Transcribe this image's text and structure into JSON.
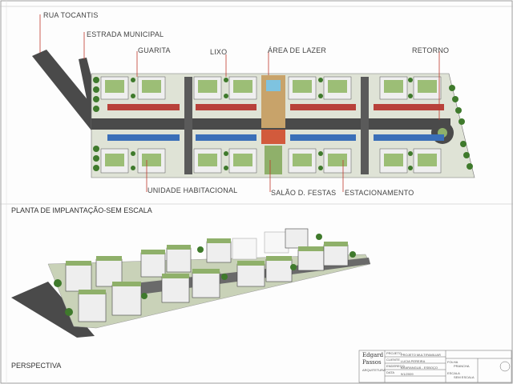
{
  "labels": {
    "rua_tocantis": "RUA TOCANTIS",
    "estrada_municipal": "ESTRADA MUNICIPAL",
    "guarita": "GUARITA",
    "lixo": "LIXO",
    "area_lazer": "ÁREA DE LAZER",
    "retorno": "RETORNO",
    "unidade_habitacional": "UNIDADE HABITACIONAL",
    "salao_festas": "SALÃO D. FESTAS",
    "estacionamento": "ESTACIONAMENTO"
  },
  "sections": {
    "planta_title": "PLANTA DE IMPLANTAÇÃO-SEM ESCALA",
    "perspectiva_title": "PERSPECTIVA"
  },
  "title_block": {
    "architect_line1": "Edgard",
    "architect_line2": "Passos",
    "architect_role": "ARQUITETURA",
    "row1_label": "PROJETO",
    "row1_value": "PROJETO MULTIFAMILIAR",
    "row2_label": "CLIENTE",
    "row2_value": "LUCIA PEREIRA",
    "row3_label": "ENDEREÇO",
    "row3_value": "ARARANGUÁ - ESBOÇO",
    "row4_label": "DATA",
    "row4_value": "9/1/2009",
    "sheet_label": "FOLHA",
    "sheet_value": "PRANCHA",
    "scale_label": "ESCALA",
    "scale_value": "SEM ESCALA"
  },
  "colors": {
    "road": "#4a4a4a",
    "lawn": "#8fb06a",
    "tree": "#3f7a2c",
    "roof_green": "#9cbe76",
    "wall": "#efefef",
    "leader": "#c0392b",
    "pool": "#7ec3e0"
  }
}
